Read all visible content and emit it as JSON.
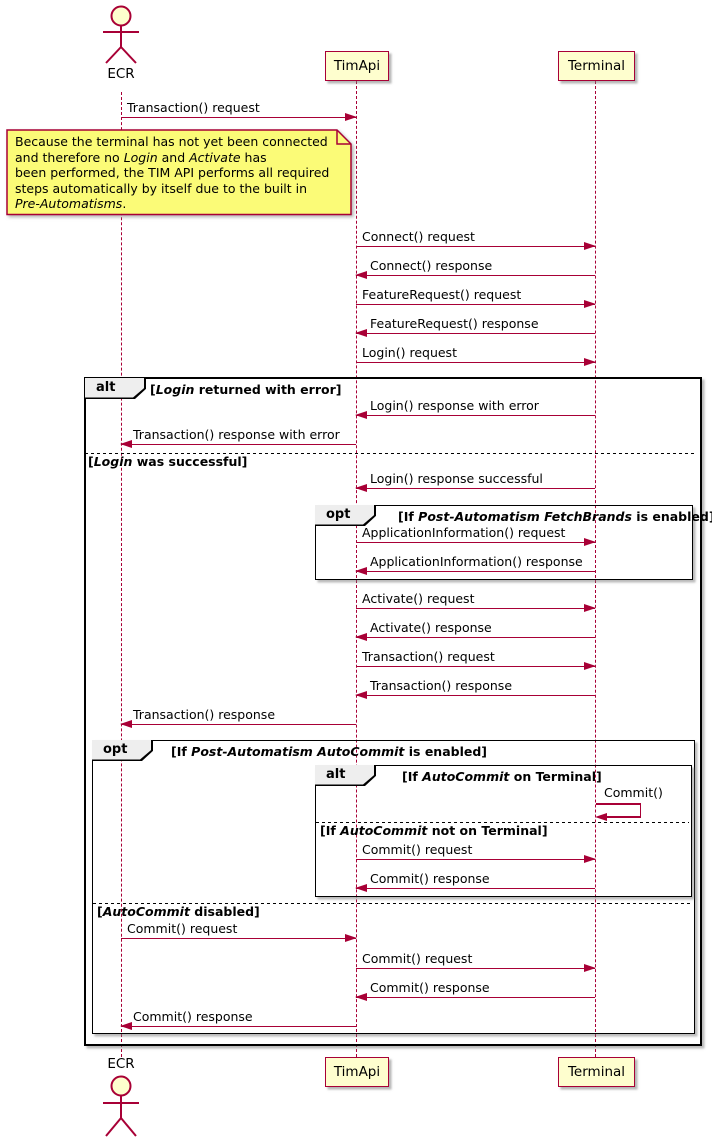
{
  "participants": [
    {
      "name": "ECR",
      "label": "ECR",
      "type": "actor"
    },
    {
      "name": "TimApi",
      "label": "TimApi",
      "type": "box"
    },
    {
      "name": "Terminal",
      "label": "Terminal",
      "type": "box"
    }
  ],
  "note": {
    "l1": "Because the terminal has not yet been connected",
    "l2a": "and therefore no ",
    "l2b": "Login",
    "l2c": " and ",
    "l2d": "Activate",
    "l2e": " has",
    "l3": "been performed, the TIM API performs all required",
    "l4": "steps automatically by itself due to the built in",
    "l5a": "Pre-Automatisms",
    "l5b": "."
  },
  "messages": [
    {
      "label": "Transaction() request",
      "from": "ECR",
      "to": "TimApi"
    },
    {
      "label": "Connect() request",
      "from": "TimApi",
      "to": "Terminal"
    },
    {
      "label": "Connect() response",
      "from": "Terminal",
      "to": "TimApi"
    },
    {
      "label": "FeatureRequest() request",
      "from": "TimApi",
      "to": "Terminal"
    },
    {
      "label": "FeatureRequest() response",
      "from": "Terminal",
      "to": "TimApi"
    },
    {
      "label": "Login() request",
      "from": "TimApi",
      "to": "Terminal"
    },
    {
      "label": "Login() response with error",
      "from": "Terminal",
      "to": "TimApi"
    },
    {
      "label": "Transaction() response with error",
      "from": "TimApi",
      "to": "ECR"
    },
    {
      "label": "Login() response successful",
      "from": "Terminal",
      "to": "TimApi"
    },
    {
      "label": "ApplicationInformation() request",
      "from": "TimApi",
      "to": "Terminal"
    },
    {
      "label": "ApplicationInformation() response",
      "from": "Terminal",
      "to": "TimApi"
    },
    {
      "label": "Activate() request",
      "from": "TimApi",
      "to": "Terminal"
    },
    {
      "label": "Activate() response",
      "from": "Terminal",
      "to": "TimApi"
    },
    {
      "label": "Transaction() request",
      "from": "TimApi",
      "to": "Terminal"
    },
    {
      "label": "Transaction() response",
      "from": "Terminal",
      "to": "TimApi"
    },
    {
      "label": "Transaction() response",
      "from": "TimApi",
      "to": "ECR"
    },
    {
      "label": "Commit()",
      "from": "Terminal",
      "to": "Terminal"
    },
    {
      "label": "Commit() request",
      "from": "TimApi",
      "to": "Terminal"
    },
    {
      "label": "Commit() response",
      "from": "Terminal",
      "to": "TimApi"
    },
    {
      "label": "Commit() request",
      "from": "ECR",
      "to": "TimApi"
    },
    {
      "label": "Commit() request",
      "from": "TimApi",
      "to": "Terminal"
    },
    {
      "label": "Commit() response",
      "from": "Terminal",
      "to": "TimApi"
    },
    {
      "label": "Commit() response",
      "from": "TimApi",
      "to": "ECR"
    }
  ],
  "frames": [
    {
      "type": "alt",
      "guard": {
        "pre": "[",
        "it": "Login",
        "post": " returned with error]"
      }
    },
    {
      "type": "opt",
      "guard": {
        "pre": "[If ",
        "it": "Post-Automatism FetchBrands",
        "post": " is enabled]"
      }
    },
    {
      "type": "opt",
      "guard": {
        "pre": "[If ",
        "it": "Post-Automatism AutoCommit",
        "post": " is enabled]"
      }
    },
    {
      "type": "alt",
      "guard": {
        "pre": "[If ",
        "it": "AutoCommit",
        "post": " on Terminal]"
      }
    }
  ],
  "dividers": [
    {
      "guard": {
        "pre": "[",
        "it": "Login",
        "post": " was successful]"
      }
    },
    {
      "guard": {
        "pre": "[If ",
        "it": "AutoCommit",
        "post": " not on Terminal]"
      }
    },
    {
      "guard": {
        "pre": "[",
        "it": "AutoCommit",
        "post": " disabled]"
      }
    }
  ],
  "colors": {
    "stroke": "#A80036",
    "participant_fill": "#FEFECE",
    "note_fill": "#FBFB77",
    "frame_border": "#000000",
    "frame_label_fill": "#EEEEEE"
  }
}
